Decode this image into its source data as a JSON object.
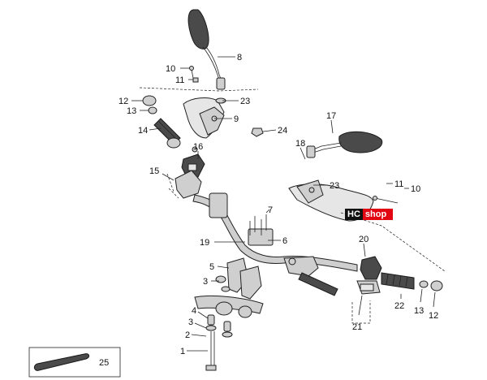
{
  "badge": {
    "part1": "HC",
    "part2": "shop"
  },
  "callouts": [
    {
      "id": "c8",
      "text": "8"
    },
    {
      "id": "c10a",
      "text": "10"
    },
    {
      "id": "c11a",
      "text": "11"
    },
    {
      "id": "c12a",
      "text": "12"
    },
    {
      "id": "c13a",
      "text": "13"
    },
    {
      "id": "c23a",
      "text": "23"
    },
    {
      "id": "c9",
      "text": "9"
    },
    {
      "id": "c14",
      "text": "14"
    },
    {
      "id": "c24",
      "text": "24"
    },
    {
      "id": "c17",
      "text": "17"
    },
    {
      "id": "c16",
      "text": "16"
    },
    {
      "id": "c18",
      "text": "18"
    },
    {
      "id": "c15",
      "text": "15"
    },
    {
      "id": "c23b",
      "text": "23"
    },
    {
      "id": "c11b",
      "text": "11"
    },
    {
      "id": "c10b",
      "text": "10"
    },
    {
      "id": "c7",
      "text": "7"
    },
    {
      "id": "c6",
      "text": "6"
    },
    {
      "id": "c19",
      "text": "19"
    },
    {
      "id": "c20",
      "text": "20"
    },
    {
      "id": "c5",
      "text": "5"
    },
    {
      "id": "c3a",
      "text": "3"
    },
    {
      "id": "c22",
      "text": "22"
    },
    {
      "id": "c13b",
      "text": "13"
    },
    {
      "id": "c12b",
      "text": "12"
    },
    {
      "id": "c4",
      "text": "4"
    },
    {
      "id": "c3b",
      "text": "3"
    },
    {
      "id": "c21",
      "text": "21"
    },
    {
      "id": "c2",
      "text": "2"
    },
    {
      "id": "c1",
      "text": "1"
    },
    {
      "id": "c25",
      "text": "25"
    }
  ]
}
